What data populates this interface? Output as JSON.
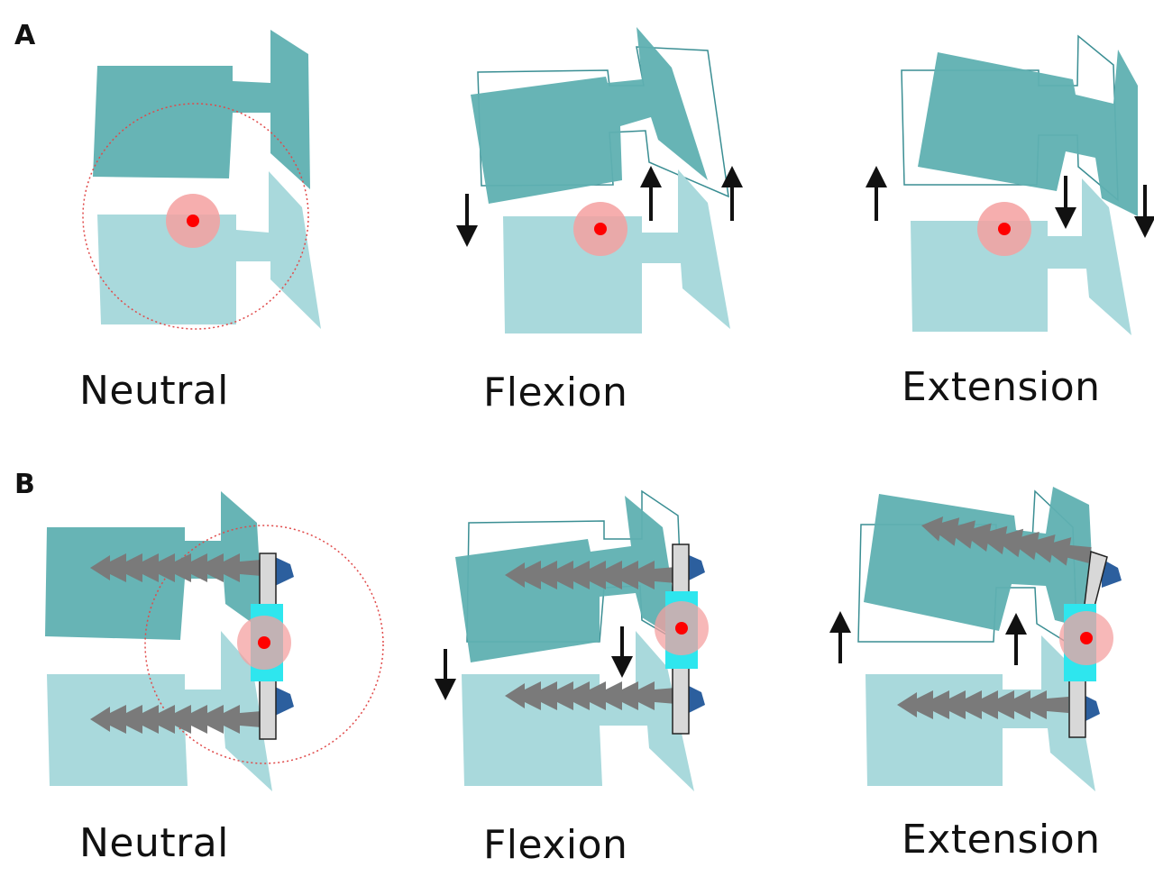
{
  "panels": [
    {
      "letter": "A",
      "states": [
        {
          "label": "Neutral"
        },
        {
          "label": "Flexion"
        },
        {
          "label": "Extension"
        }
      ]
    },
    {
      "letter": "B",
      "states": [
        {
          "label": "Neutral"
        },
        {
          "label": "Flexion"
        },
        {
          "label": "Extension"
        }
      ]
    }
  ],
  "colors": {
    "upper_vertebra": "#5fb0b1",
    "lower_vertebra": "#a9d9dc",
    "outline": "#3a8e93",
    "rotation_center": "#ff0000",
    "rotation_halo": "#f4a0a0",
    "screw": "#7a7a7a",
    "screw_head": "#2c5f9e",
    "plate": "#d8d8d8",
    "spacer": "#2ee6ee",
    "arrow": "#111111",
    "arc": "#e04a4a"
  },
  "icons": [
    "down-arrow-icon",
    "up-arrow-icon"
  ]
}
